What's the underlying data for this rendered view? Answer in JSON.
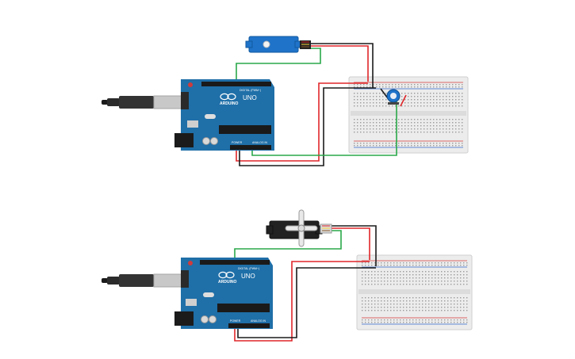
{
  "circuits": [
    {
      "id": "top-circuit",
      "board": {
        "model_label": "UNO",
        "logo_text": "ARDUINO",
        "digital_header_label": "DIGITAL (PWM~)",
        "power_header_label": "POWER",
        "analog_header_label": "ANALOG IN"
      },
      "components": [
        "usb-cable",
        "arduino-uno",
        "micro-servo",
        "potentiometer",
        "breadboard"
      ],
      "servo_color": "#1f73c9"
    },
    {
      "id": "bottom-circuit",
      "board": {
        "model_label": "UNO",
        "logo_text": "ARDUINO",
        "digital_header_label": "DIGITAL (PWM~)",
        "power_header_label": "POWER",
        "analog_header_label": "ANALOG IN"
      },
      "components": [
        "usb-cable",
        "arduino-uno",
        "positional-servo",
        "breadboard"
      ],
      "servo_color": "#222222"
    }
  ],
  "colors": {
    "board": "#1f6fa8",
    "board_dark": "#185a88",
    "wire_red": "#e0262a",
    "wire_black": "#1b1b1b",
    "wire_green": "#2aa84a",
    "breadboard": "#ececec",
    "rail_red": "#d93a3a",
    "rail_blue": "#3366cc"
  }
}
